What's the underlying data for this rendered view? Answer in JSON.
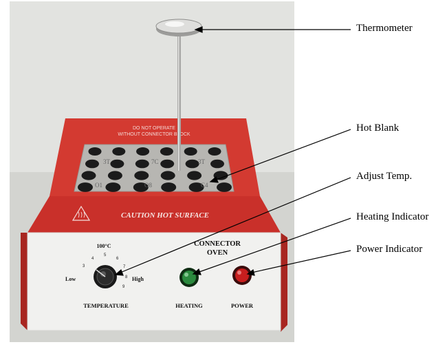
{
  "callouts": {
    "thermometer": "Thermometer",
    "hot_blank": "Hot Blank",
    "adjust_temp": "Adjust Temp.",
    "heating_indicator": "Heating Indicator",
    "power_indicator": "Power Indicator"
  },
  "device": {
    "top_warning_line1": "DO NOT OPERATE",
    "top_warning_line2": "WITHOUT CONNECTOR BLOCK",
    "caution": "CAUTION HOT SURFACE",
    "brand_line1": "CONNECTOR",
    "brand_line2": "OVEN",
    "temp_max": "100°C",
    "dial_low": "Low",
    "dial_high": "High",
    "dial_numbers": [
      "3",
      "4",
      "5",
      "6",
      "7",
      "8",
      "9"
    ],
    "temperature_label": "TEMPERATURE",
    "heating_label": "HEATING",
    "power_label": "POWER",
    "hole_labels": [
      "3T",
      "7C",
      "3T",
      "O1",
      "O8",
      "C4"
    ]
  },
  "colors": {
    "body_red": "#d8322c",
    "panel_white": "#f1f1ef",
    "heating_led": "#2b8a3e",
    "power_led": "#c81e1e"
  }
}
